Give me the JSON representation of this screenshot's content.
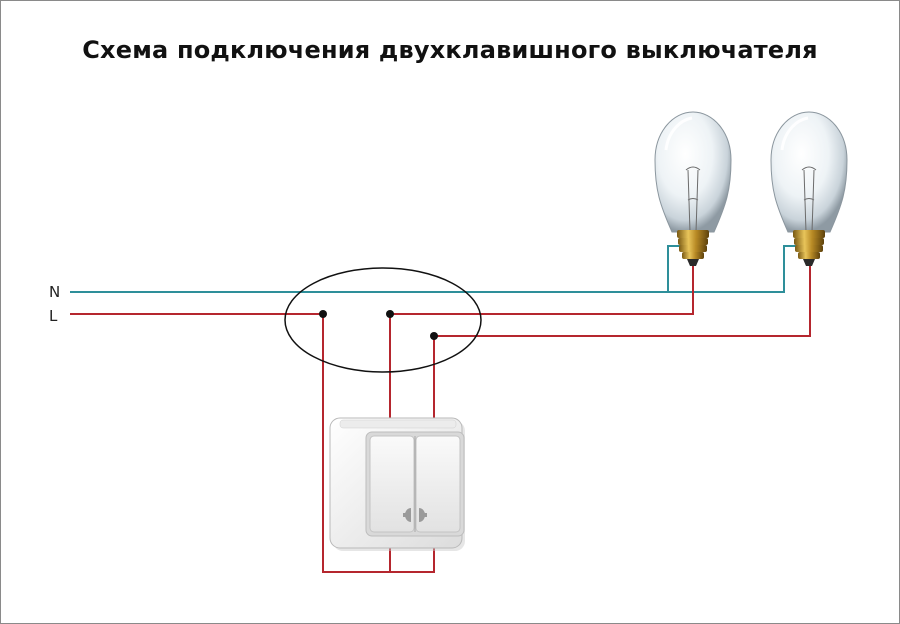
{
  "title": "Схема подключения двухклавишного выключателя",
  "wires": {
    "neutral_label": "N",
    "line_label": "L"
  },
  "colors": {
    "neutral_wire": "#2e8f9a",
    "line_wire": "#b5262e",
    "outline": "#111111"
  },
  "components": {
    "switch": "two-key wall switch",
    "lamps": [
      "incandescent bulb",
      "incandescent bulb"
    ]
  }
}
